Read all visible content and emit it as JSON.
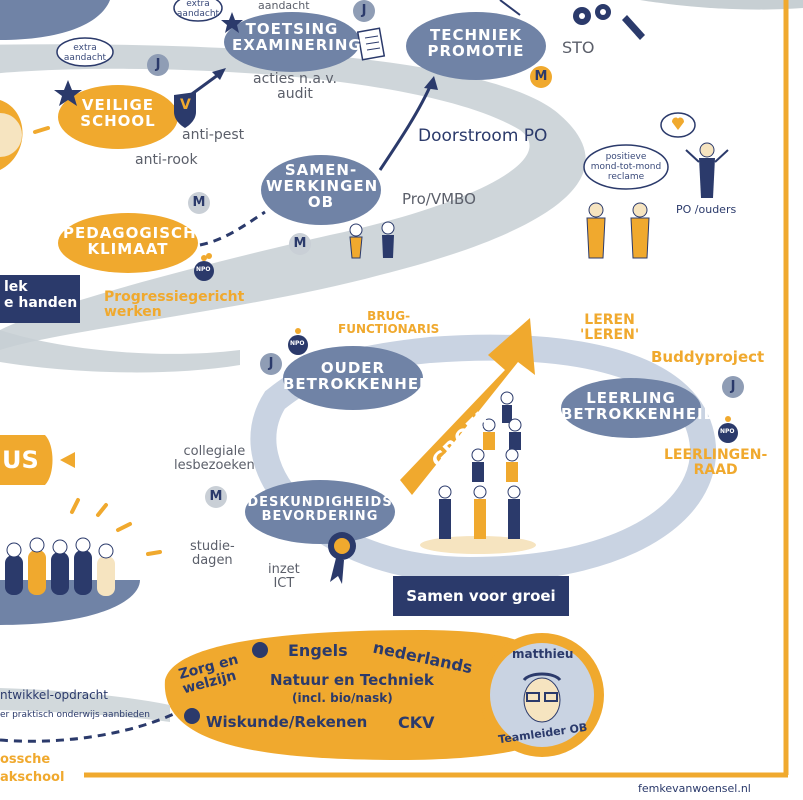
{
  "nodes": {
    "toetsing": "TOETSING\nEXAMINERING",
    "techniek": "TECHNIEK\nPROMOTIE",
    "veilige": "VEILIGE\nSCHOOL",
    "samenwerkingen": "SAMEN-\nWERKINGEN\nOB",
    "pedagogisch": "PEDAGOGISCH\nKLIMAAT",
    "ouder": "OUDER\nBETROKKENHEID",
    "leerling": "LEERLING\nBETROKKENHEID",
    "deskundigheid": "DESKUNDIGHEIDS\nBEVORDERING"
  },
  "notes": {
    "extra_aandacht_left": "extra\naandacht",
    "extra_aandacht_top": "extra\naandacht",
    "top_cut": "aandacht",
    "acties": "acties n.a.v.\naudit",
    "sto": "STO",
    "anti_pest": "anti-pest",
    "anti_rook": "anti-rook",
    "doorstroom": "Doorstroom PO",
    "pro_vmbo": "Pro/VMBO",
    "positieve": "positieve\nmond-tot-mond\nreclame",
    "po_ouders": "PO /ouders",
    "progressie": "Progressiegericht\nwerken",
    "brug": "BRUG-\nFUNCTIONARIS",
    "leren": "LEREN\n'LEREN'",
    "buddy": "Buddyproject",
    "leerlingenraad": "LEERLINGEN-\nRAAD",
    "collegiale": "collegiale\nlesbezoeken",
    "studiedagen": "studie-\ndagen",
    "inzet": "inzet\nICT",
    "groei": "GROEI",
    "us": "US",
    "npo": "NPO"
  },
  "badges": {
    "j": "J",
    "m": "M",
    "v": "V"
  },
  "banners": {
    "left_line1": "lek",
    "left_line2": "e handen",
    "samen": "Samen voor groei"
  },
  "bottom": {
    "zorg": "Zorg en\nwelzijn",
    "engels": "Engels",
    "nederlands": "nederlands",
    "natuur": "Natuur en Techniek",
    "natuur_sub": "(incl. bio/nask)",
    "wiskunde": "Wiskunde/Rekenen",
    "ckv": "CKV",
    "person_name": "matthieu",
    "person_role": "Teamleider OB",
    "ontwikkel": "ntwikkel-opdracht",
    "praktisch": "er praktisch onderwijs aanbieden",
    "school1": "ossche",
    "school2": "akschool",
    "credit": "femkevanwoensel.nl"
  },
  "colors": {
    "navy": "#2b3a6b",
    "slate": "#7083a6",
    "orange": "#f0a92e",
    "grey": "#c7cfd3",
    "lightblue": "#c9d3e2"
  }
}
